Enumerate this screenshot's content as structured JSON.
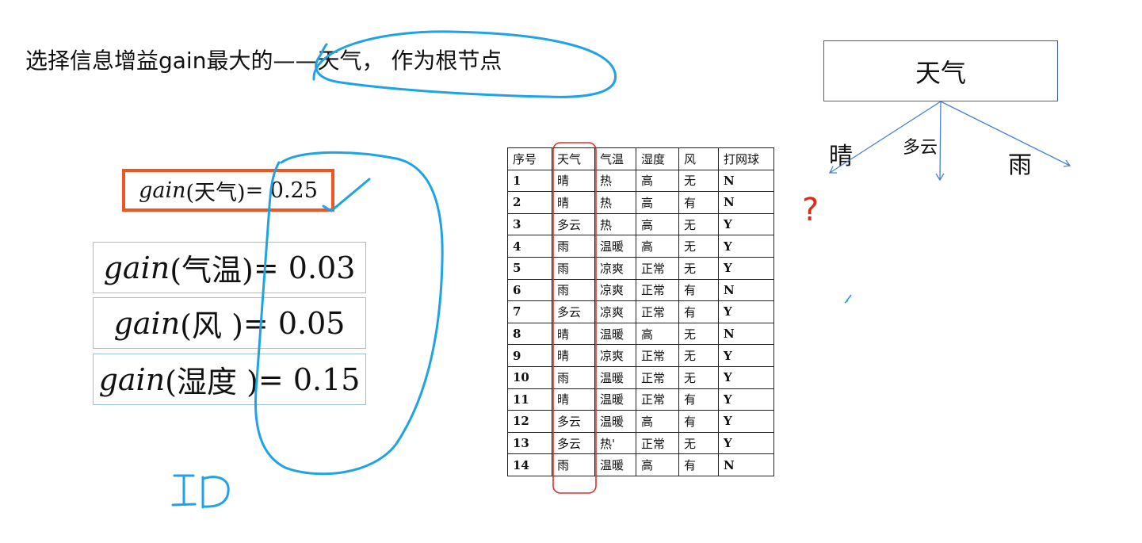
{
  "title": "选择信息增益gain最大的——天气， 作为根节点",
  "gains": {
    "root": {
      "func": "gain",
      "attr": "(天气)",
      "eq": " = 0.25"
    },
    "items": [
      {
        "func": "gain",
        "attr": "(气温)",
        "eq": " = 0.03"
      },
      {
        "func": "gain",
        "attr": "(风 )",
        "eq": " = 0.05"
      },
      {
        "func": "gain",
        "attr": "(湿度 )",
        "eq": " = 0.15"
      }
    ]
  },
  "table": {
    "headers": [
      "序号",
      "天气",
      "气温",
      "湿度",
      "风",
      "打网球"
    ],
    "rows": [
      [
        "1",
        "晴",
        "热",
        "高",
        "无",
        "N"
      ],
      [
        "2",
        "晴",
        "热",
        "高",
        "有",
        "N"
      ],
      [
        "3",
        "多云",
        "热",
        "高",
        "无",
        "Y"
      ],
      [
        "4",
        "雨",
        "温暖",
        "高",
        "无",
        "Y"
      ],
      [
        "5",
        "雨",
        "凉爽",
        "正常",
        "无",
        "Y"
      ],
      [
        "6",
        "雨",
        "凉爽",
        "正常",
        "有",
        "N"
      ],
      [
        "7",
        "多云",
        "凉爽",
        "正常",
        "有",
        "Y"
      ],
      [
        "8",
        "晴",
        "温暖",
        "高",
        "无",
        "N"
      ],
      [
        "9",
        "晴",
        "凉爽",
        "正常",
        "无",
        "Y"
      ],
      [
        "10",
        "雨",
        "温暖",
        "正常",
        "无",
        "Y"
      ],
      [
        "11",
        "晴",
        "温暖",
        "正常",
        "有",
        "Y"
      ],
      [
        "12",
        "多云",
        "温暖",
        "高",
        "有",
        "Y"
      ],
      [
        "13",
        "多云",
        "热'",
        "正常",
        "无",
        "Y"
      ],
      [
        "14",
        "雨",
        "温暖",
        "高",
        "有",
        "N"
      ]
    ]
  },
  "tree": {
    "root": "天气",
    "branches": [
      "晴",
      "多云",
      "雨"
    ],
    "unknown": "?"
  },
  "colors": {
    "handwriting": "#1fa3e6",
    "highlight_box": "#ee5522",
    "column_box": "#d9342b",
    "tree_lines": "#4a7fd0",
    "question": "#e8251b"
  }
}
